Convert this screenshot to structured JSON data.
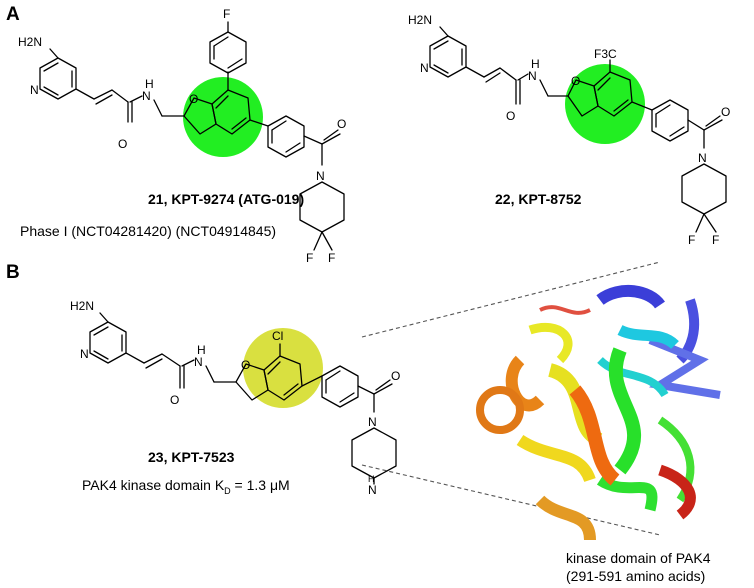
{
  "panels": {
    "a": "A",
    "b": "B"
  },
  "atoms": {
    "N": "N",
    "H2N": "H2N",
    "H": "H",
    "O": "O",
    "F": "F",
    "Cl": "Cl",
    "CF3": "F3C"
  },
  "highlight_colors": {
    "a": "#22ee22",
    "b": "#d9e040"
  },
  "compound21": {
    "label": "21, KPT-9274 (ATG-019)",
    "status": "Phase I (NCT04281420) (NCT04914845)"
  },
  "compound22": {
    "label": "22, KPT-8752"
  },
  "compound23": {
    "label": "23, KPT-7523",
    "kd": "PAK4 kinase domain K",
    "kd_sub": "D",
    "kd_value": " = 1.3 μM"
  },
  "protein": {
    "caption_line1": "kinase domain of PAK4",
    "caption_line2": "(291-591 amino acids)"
  }
}
